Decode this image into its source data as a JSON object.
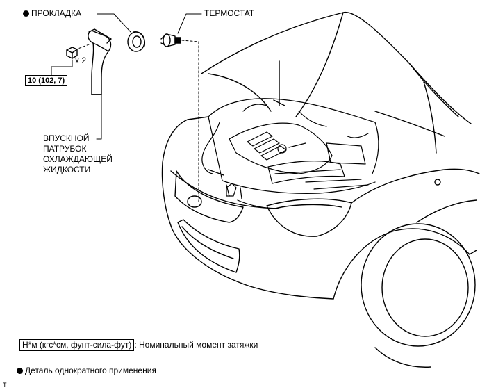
{
  "labels": {
    "gasket": "ПРОКЛАДКА",
    "thermostat": "ТЕРМОСТАТ",
    "quantity": "x 2",
    "torque_value": "10 (102, 7)",
    "inlet_lines": [
      "ВПУСКНОЙ",
      "ПАТРУБОК",
      "ОХЛАЖДАЮЩЕЙ",
      "ЖИДКОСТИ"
    ]
  },
  "legend": {
    "torque_unit": "Н*м (кгс*см, фунт-сила-фут)",
    "torque_desc": ": Номинальный момент затяжки",
    "nonreusable_desc": "Деталь однократного применения"
  },
  "footer_code": "T"
}
